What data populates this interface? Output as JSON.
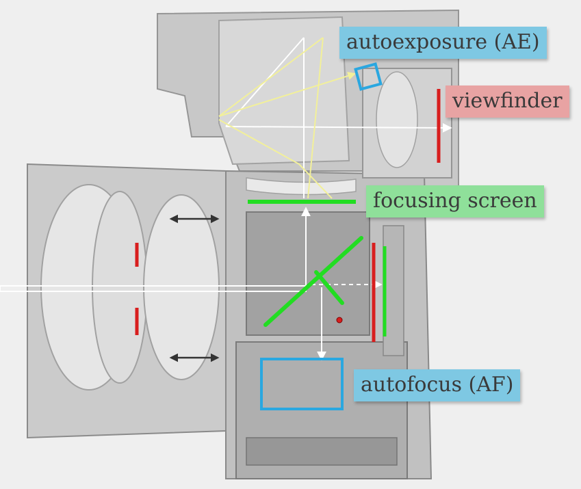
{
  "labels": {
    "ae": "autoexposure (AE)",
    "viewfinder": "viewfinder",
    "focusing_screen": "focusing screen",
    "af": "autofocus (AF)"
  },
  "colors": {
    "ae_bg": "#7ec8e3",
    "viewfinder_bg": "#e8a3a3",
    "focusing_bg": "#8fe09a",
    "af_bg": "#7ec8e3",
    "accent_blue": "#2aa7e0",
    "accent_red": "#d81e1e",
    "accent_green": "#22dd22",
    "ray_yellow": "#f2f09a"
  },
  "icons": {
    "lens_move_arrows": "double-arrow-icon",
    "ae_sensor": "square-icon"
  }
}
